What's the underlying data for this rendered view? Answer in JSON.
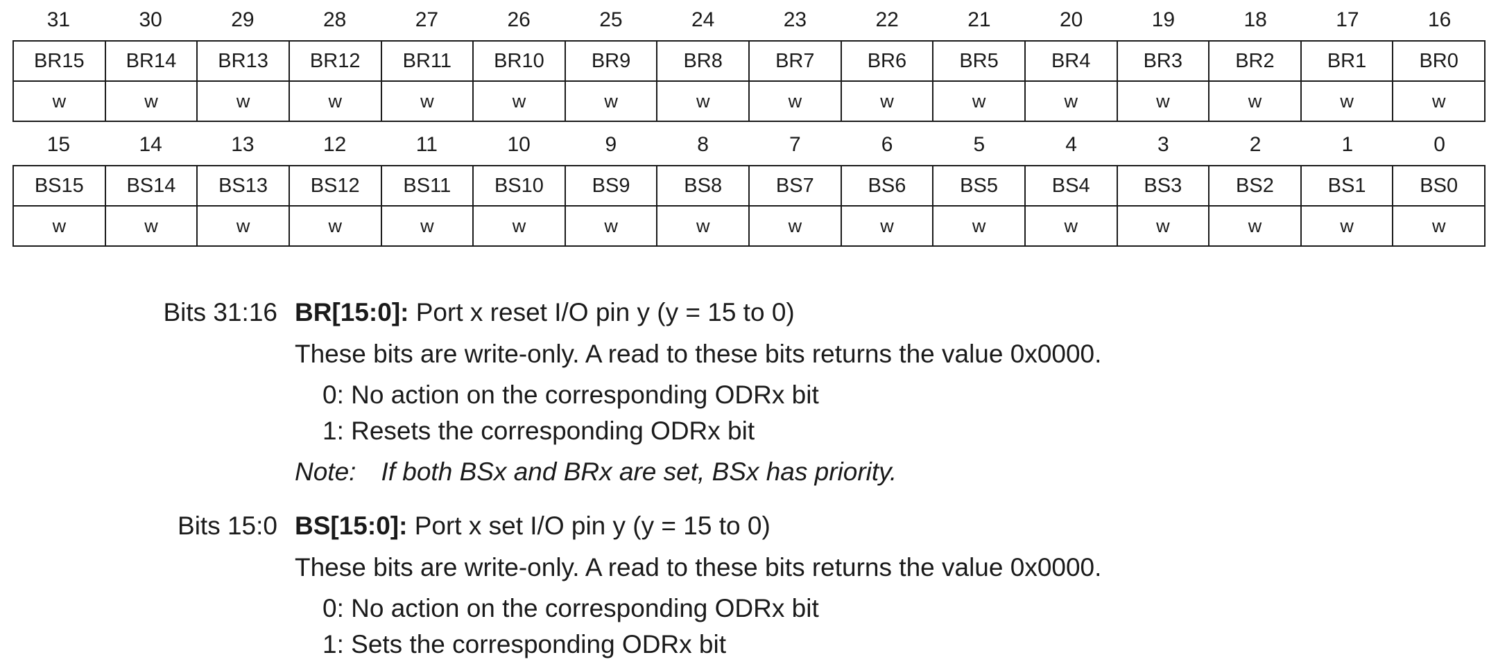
{
  "register": {
    "upper_bit_numbers": [
      "31",
      "30",
      "29",
      "28",
      "27",
      "26",
      "25",
      "24",
      "23",
      "22",
      "21",
      "20",
      "19",
      "18",
      "17",
      "16"
    ],
    "upper_fields": [
      "BR15",
      "BR14",
      "BR13",
      "BR12",
      "BR11",
      "BR10",
      "BR9",
      "BR8",
      "BR7",
      "BR6",
      "BR5",
      "BR4",
      "BR3",
      "BR2",
      "BR1",
      "BR0"
    ],
    "upper_access": [
      "w",
      "w",
      "w",
      "w",
      "w",
      "w",
      "w",
      "w",
      "w",
      "w",
      "w",
      "w",
      "w",
      "w",
      "w",
      "w"
    ],
    "lower_bit_numbers": [
      "15",
      "14",
      "13",
      "12",
      "11",
      "10",
      "9",
      "8",
      "7",
      "6",
      "5",
      "4",
      "3",
      "2",
      "1",
      "0"
    ],
    "lower_fields": [
      "BS15",
      "BS14",
      "BS13",
      "BS12",
      "BS11",
      "BS10",
      "BS9",
      "BS8",
      "BS7",
      "BS6",
      "BS5",
      "BS4",
      "BS3",
      "BS2",
      "BS1",
      "BS0"
    ],
    "lower_access": [
      "w",
      "w",
      "w",
      "w",
      "w",
      "w",
      "w",
      "w",
      "w",
      "w",
      "w",
      "w",
      "w",
      "w",
      "w",
      "w"
    ]
  },
  "descriptions": {
    "br": {
      "bits": "Bits 31:16",
      "name": "BR[15:0]:",
      "title": " Port x reset I/O pin y (y = 15 to 0)",
      "text": "These bits are write-only. A read to these bits returns the value 0x0000.",
      "opt0": "0: No action on the corresponding ODRx bit",
      "opt1": "1: Resets the corresponding ODRx bit",
      "note_label": "Note:",
      "note_text": "If both BSx and BRx are set, BSx has priority."
    },
    "bs": {
      "bits": "Bits 15:0",
      "name": "BS[15:0]:",
      "title": " Port x set I/O pin y (y = 15 to 0)",
      "text": "These bits are write-only. A read to these bits returns the value 0x0000.",
      "opt0": "0: No action on the corresponding ODRx bit",
      "opt1": "1: Sets the corresponding ODRx bit"
    }
  }
}
